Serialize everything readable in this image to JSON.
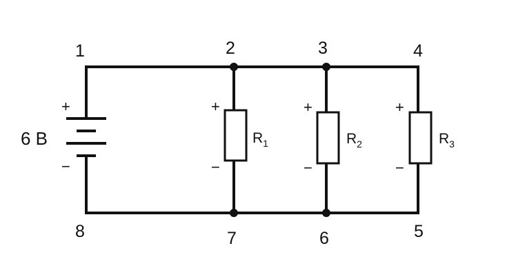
{
  "diagram": {
    "nodes": [
      "1",
      "2",
      "3",
      "4",
      "5",
      "6",
      "7",
      "8"
    ],
    "battery": {
      "label": "6 В",
      "plus": "+",
      "minus": "−"
    },
    "resistors": [
      {
        "name": "R",
        "sub": "1",
        "plus": "+",
        "minus": "−"
      },
      {
        "name": "R",
        "sub": "2",
        "plus": "+",
        "minus": "−"
      },
      {
        "name": "R",
        "sub": "3",
        "plus": "+",
        "minus": "−"
      }
    ],
    "colors": {
      "wire": "#111111",
      "background": "#ffffff"
    }
  }
}
